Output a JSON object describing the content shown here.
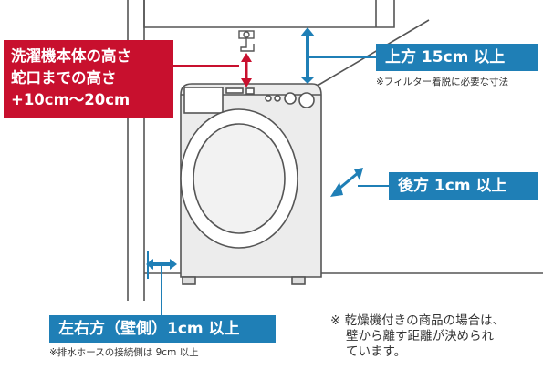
{
  "faucet_height_label": {
    "line1": "洗濯機本体の高さ",
    "line2": "蛇口までの高さ",
    "line3": "+10cm〜20cm"
  },
  "top_clearance": {
    "label": "上方 15cm 以上",
    "note": "※フィルター着脱に必要な寸法"
  },
  "back_clearance": {
    "label": "後方 1cm 以上"
  },
  "side_clearance": {
    "label": "左右方（壁側）1cm 以上",
    "note": "※排水ホースの接続側は 9cm 以上"
  },
  "dryer_note": {
    "line1": "※ 乾燥機付きの商品の場合は、",
    "line2": "壁から離す距離が決められ",
    "line3": "ています。"
  },
  "colors": {
    "red_label": "#c8102e",
    "blue_label": "#1f7fb6",
    "line_art": "#555555"
  }
}
